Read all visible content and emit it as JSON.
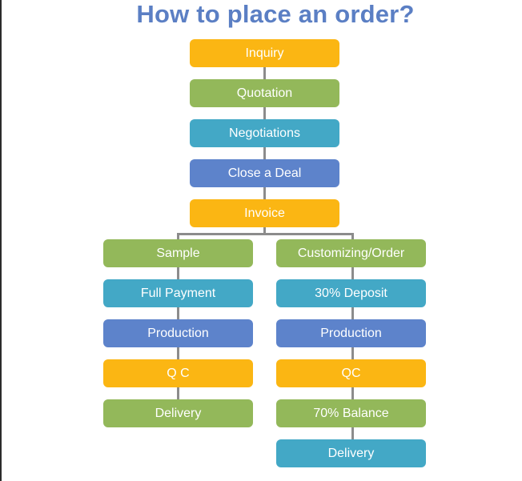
{
  "title": "How to place an order?",
  "colors": {
    "orange": "#fbb613",
    "green": "#93b85a",
    "teal": "#43a8c6",
    "blue": "#5d83cb",
    "title": "#5b7fc4",
    "connector": "#8c8c8c"
  },
  "main_flow": [
    {
      "label": "Inquiry",
      "color": "orange"
    },
    {
      "label": "Quotation",
      "color": "green"
    },
    {
      "label": "Negotiations",
      "color": "teal"
    },
    {
      "label": "Close a Deal",
      "color": "blue"
    },
    {
      "label": "Invoice",
      "color": "orange"
    }
  ],
  "left_branch": [
    {
      "label": "Sample",
      "color": "green"
    },
    {
      "label": "Full Payment",
      "color": "teal"
    },
    {
      "label": "Production",
      "color": "blue"
    },
    {
      "label": "Q C",
      "color": "orange"
    },
    {
      "label": "Delivery",
      "color": "green"
    }
  ],
  "right_branch": [
    {
      "label": "Customizing/Order",
      "color": "green"
    },
    {
      "label": "30% Deposit",
      "color": "teal"
    },
    {
      "label": "Production",
      "color": "blue"
    },
    {
      "label": "QC",
      "color": "orange"
    },
    {
      "label": "70% Balance",
      "color": "green"
    },
    {
      "label": "Delivery",
      "color": "teal"
    }
  ]
}
